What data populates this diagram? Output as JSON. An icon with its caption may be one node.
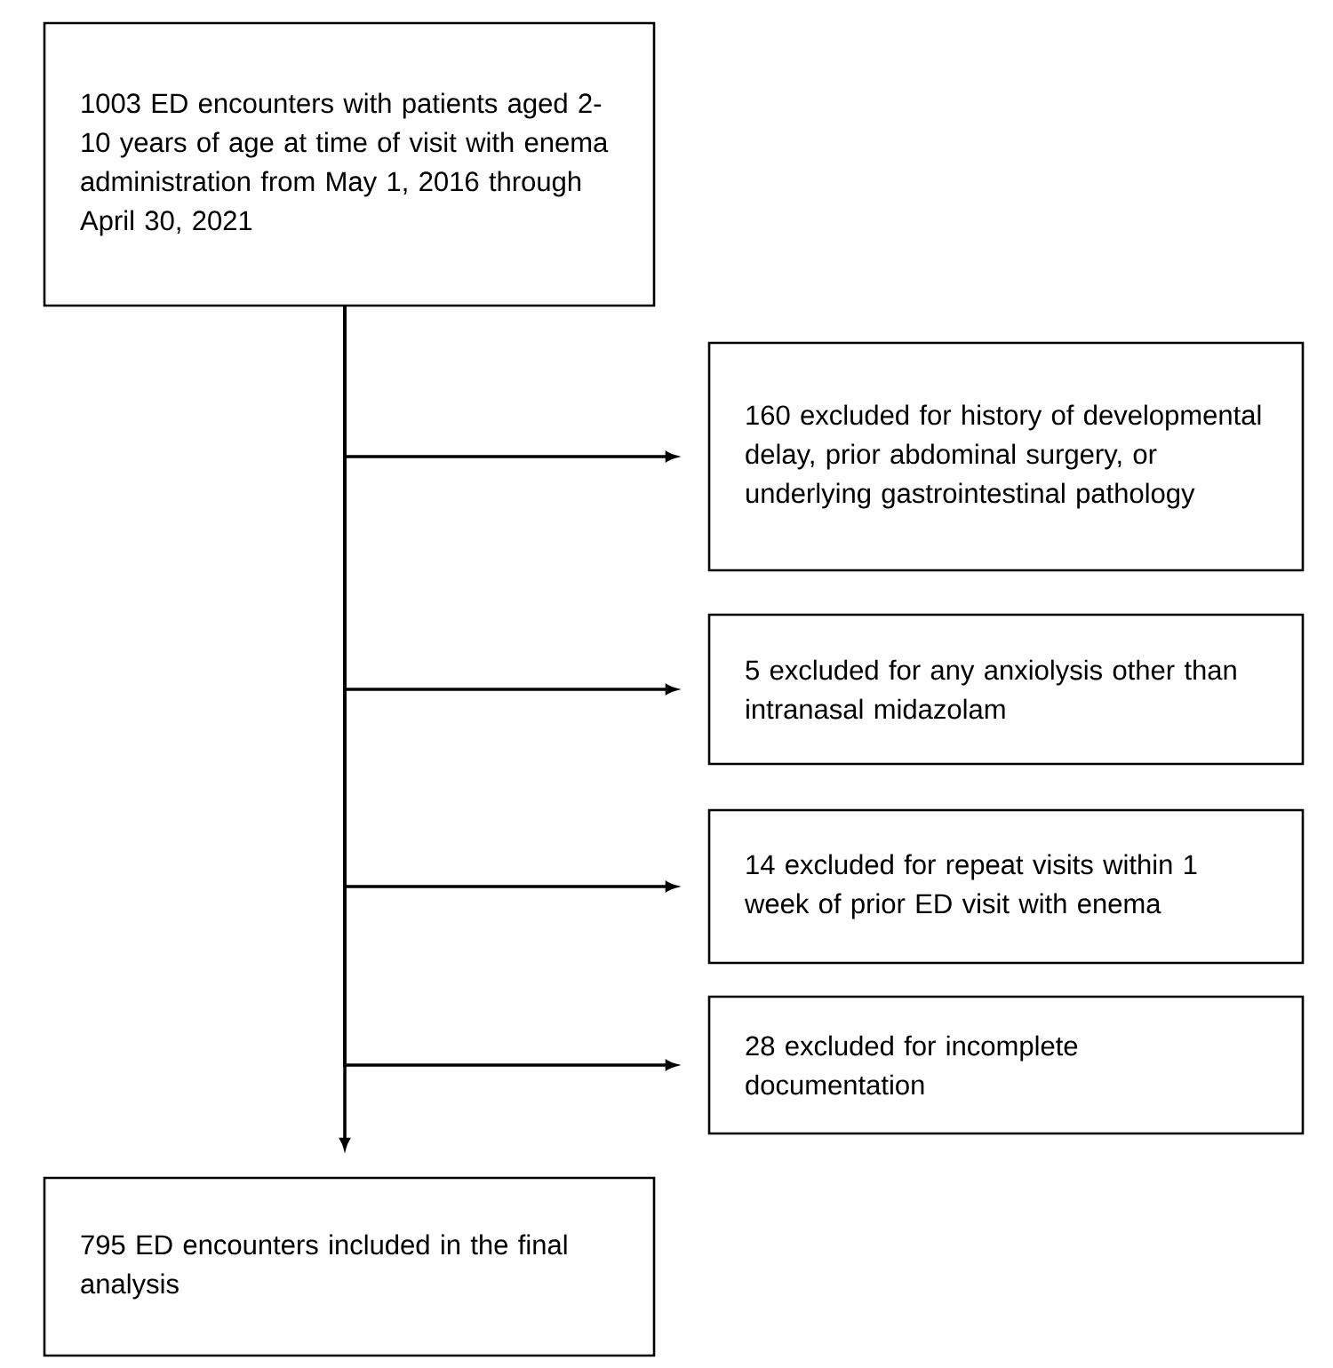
{
  "diagram": {
    "nodes": [
      {
        "text": [
          "1003 ED encounters with patients aged 2-10 years of age at time of visit with enema administration from May 1, 2016 through April 30, 2021"
        ]
      },
      {
        "text": [
          "160 excluded for history of developmental delay, prior abdominal surgery, or underlying gastrointestinal pathology"
        ]
      },
      {
        "text": [
          "5 excluded for any anxiolysis other than intranasal midazolam"
        ]
      },
      {
        "text": [
          "14 excluded for repeat visits within 1 week of prior ED visit with enema"
        ]
      },
      {
        "text": [
          "28 excluded for incomplete documentation"
        ]
      },
      {
        "text": [
          "795 ED encounters included in the final analysis"
        ]
      }
    ],
    "edges": [
      {
        "from": 0,
        "to": 5,
        "arrow": "to"
      },
      {
        "from": 0,
        "to": 1,
        "arrow": "to"
      },
      {
        "from": 0,
        "to": 2,
        "arrow": "to"
      },
      {
        "from": 0,
        "to": 3,
        "arrow": "to"
      },
      {
        "from": 0,
        "to": 4,
        "arrow": "to"
      }
    ]
  }
}
